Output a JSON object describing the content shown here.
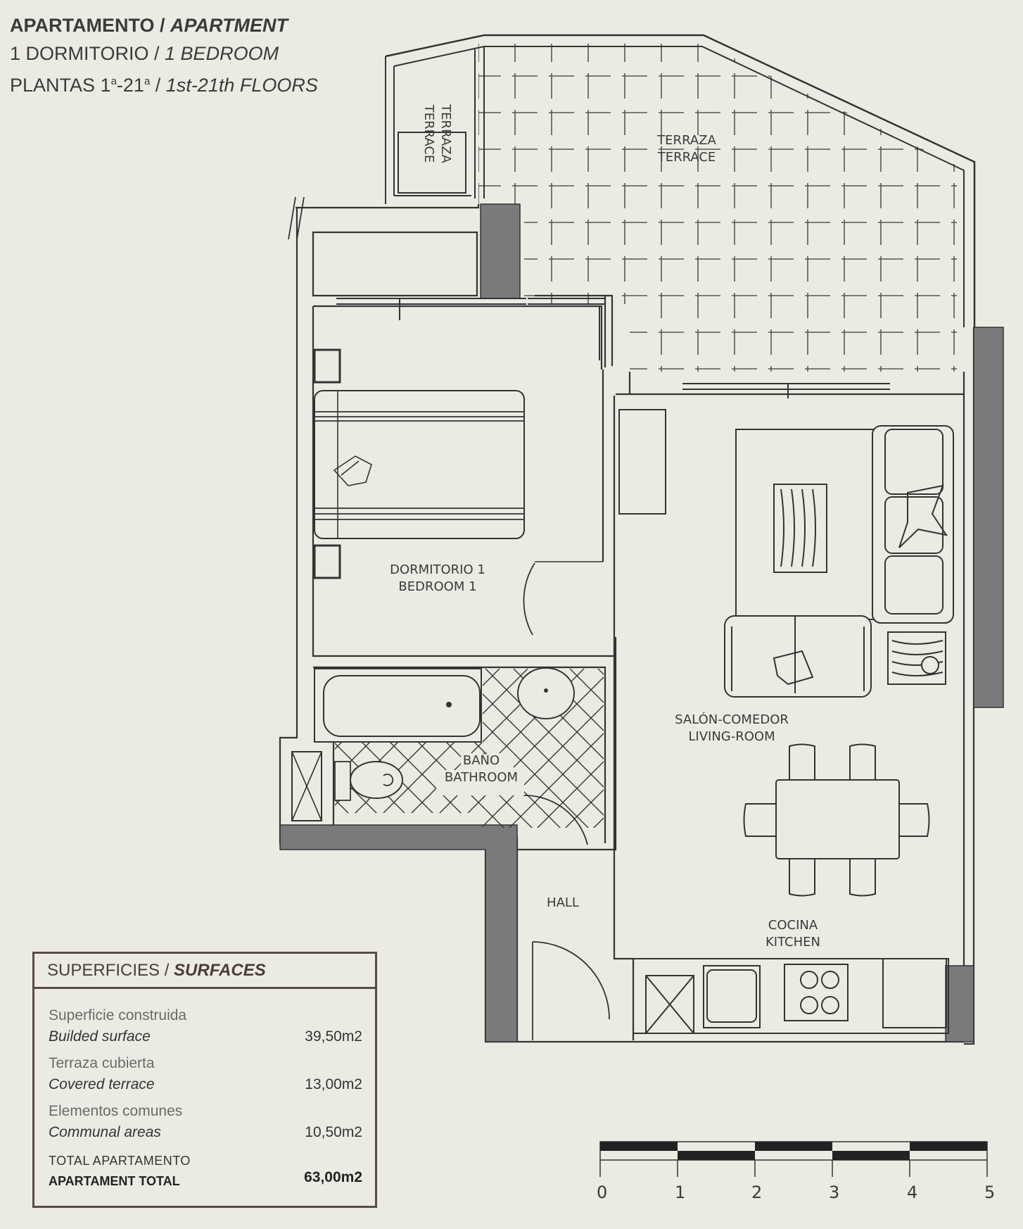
{
  "header": {
    "line1_es": "APARTAMENTO / ",
    "line1_en": "APARTMENT",
    "line2_es": "1 DORMITORIO / ",
    "line2_en": "1 BEDROOM",
    "line3_es_a": "PLANTAS 1",
    "line3_sup1": "a",
    "line3_es_b": "-21",
    "line3_sup2": "a",
    "line3_sep": " / ",
    "line3_en": "1st-21th FLOORS"
  },
  "rooms": {
    "terrace_small_es": "TERRAZA",
    "terrace_small_en": "TERRACE",
    "terrace_es": "TERRAZA",
    "terrace_en": "TERRACE",
    "bedroom_es": "DORMITORIO 1",
    "bedroom_en": "BEDROOM 1",
    "bathroom_es": "BAÑO",
    "bathroom_en": "BATHROOM",
    "living_es": "SALÓN-COMEDOR",
    "living_en": "LIVING-ROOM",
    "hall": "HALL",
    "kitchen_es": "COCINA",
    "kitchen_en": "KITCHEN"
  },
  "surfaces": {
    "title_es": "SUPERFICIES / ",
    "title_en": "SURFACES",
    "rows": [
      {
        "es": "Superficie construida",
        "en": "Builded surface",
        "value": "39,50m2"
      },
      {
        "es": "Terraza cubierta",
        "en": "Covered terrace",
        "value": "13,00m2"
      },
      {
        "es": "Elementos comunes",
        "en": "Communal areas",
        "value": "10,50m2"
      }
    ],
    "total": {
      "es": "TOTAL APARTAMENTO",
      "en": "APARTAMENT TOTAL",
      "value": "63,00m2"
    }
  },
  "scale": {
    "labels": [
      "0",
      "1",
      "2",
      "3",
      "4",
      "5"
    ]
  },
  "colors": {
    "background": "#ecebe3",
    "wall": "#7a7a7a",
    "line": "#3a3a3a",
    "frame": "#5a4a4a"
  }
}
